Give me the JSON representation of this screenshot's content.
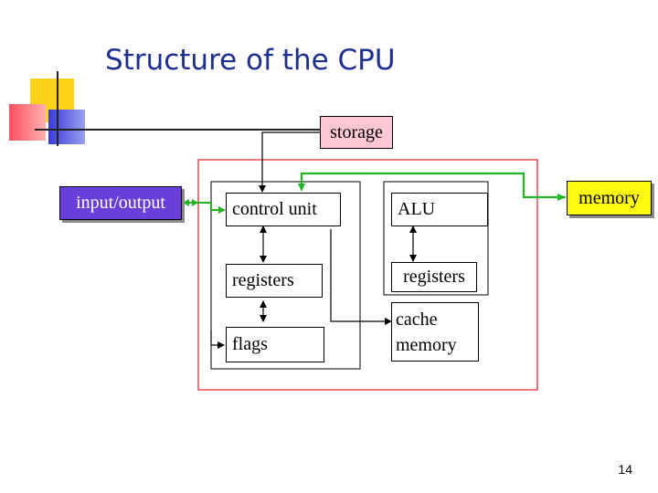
{
  "title": "Structure of the CPU",
  "boxes": {
    "storage": "storage",
    "input_output": "input/output",
    "control_unit": "control unit",
    "alu": "ALU",
    "memory": "memory",
    "registers_left": "registers",
    "registers_right": "registers",
    "flags": "flags",
    "cache_memory": "cache\nmemory"
  },
  "page_number": "14",
  "colors": {
    "title": "#1f2f8f",
    "cpu_border": "#e0202a",
    "bus_green": "#22b422",
    "storage_bg": "#ffc6d6",
    "io_bg": "#6a3fd9",
    "memory_bg": "#fffb10"
  }
}
